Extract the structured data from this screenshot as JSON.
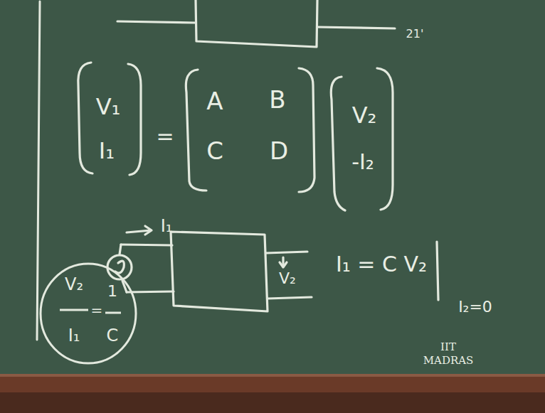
{
  "diagram": {
    "nodes": [
      {
        "text": [
          "V₂",
          "I₁",
          "=",
          "1",
          "C"
        ]
      }
    ],
    "labels": [
      "21'",
      "V₁",
      "I₁",
      "=",
      "A",
      "B",
      "C",
      "D",
      "V₂",
      "-I₂",
      "I₁",
      "V₂",
      "I₁ = C V₂",
      "I₂=0",
      "IIT",
      "MADRAS"
    ]
  }
}
